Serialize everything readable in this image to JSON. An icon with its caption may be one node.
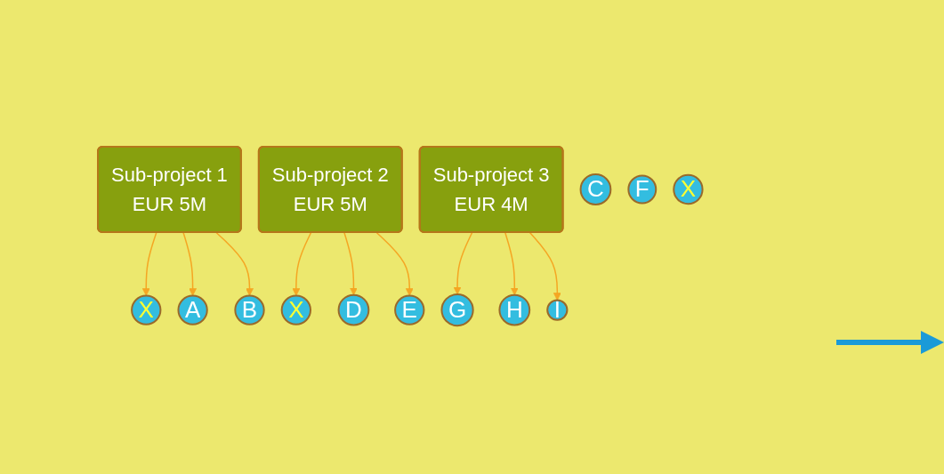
{
  "diagram": {
    "nodes": [
      {
        "text": [
          "Sub-project 1",
          "EUR 5M"
        ]
      },
      {
        "text": [
          "Sub-project 2",
          "EUR 5M"
        ]
      },
      {
        "text": [
          "Sub-project 3",
          "EUR 4M"
        ]
      },
      {
        "text": [
          "X"
        ]
      },
      {
        "text": [
          "A"
        ]
      },
      {
        "text": [
          "B"
        ]
      },
      {
        "text": [
          "X"
        ]
      },
      {
        "text": [
          "D"
        ]
      },
      {
        "text": [
          "E"
        ]
      },
      {
        "text": [
          "G"
        ]
      },
      {
        "text": [
          "H"
        ]
      },
      {
        "text": [
          "I"
        ]
      },
      {
        "text": [
          "C"
        ]
      },
      {
        "text": [
          "F"
        ]
      },
      {
        "text": [
          "X"
        ]
      }
    ],
    "edges": [
      {
        "from": 0,
        "to": 3,
        "arrow": "to",
        "color": "#f5a623"
      },
      {
        "from": 0,
        "to": 4,
        "arrow": "to",
        "color": "#f5a623"
      },
      {
        "from": 0,
        "to": 5,
        "arrow": "to",
        "color": "#f5a623"
      },
      {
        "from": 1,
        "to": 6,
        "arrow": "to",
        "color": "#f5a623"
      },
      {
        "from": 1,
        "to": 7,
        "arrow": "to",
        "color": "#f5a623"
      },
      {
        "from": 1,
        "to": 8,
        "arrow": "to",
        "color": "#f5a623"
      },
      {
        "from": 2,
        "to": 9,
        "arrow": "to",
        "color": "#f5a623"
      },
      {
        "from": 2,
        "to": 10,
        "arrow": "to",
        "color": "#f5a623"
      },
      {
        "from": 2,
        "to": 11,
        "arrow": "to",
        "color": "#f5a623"
      }
    ]
  }
}
